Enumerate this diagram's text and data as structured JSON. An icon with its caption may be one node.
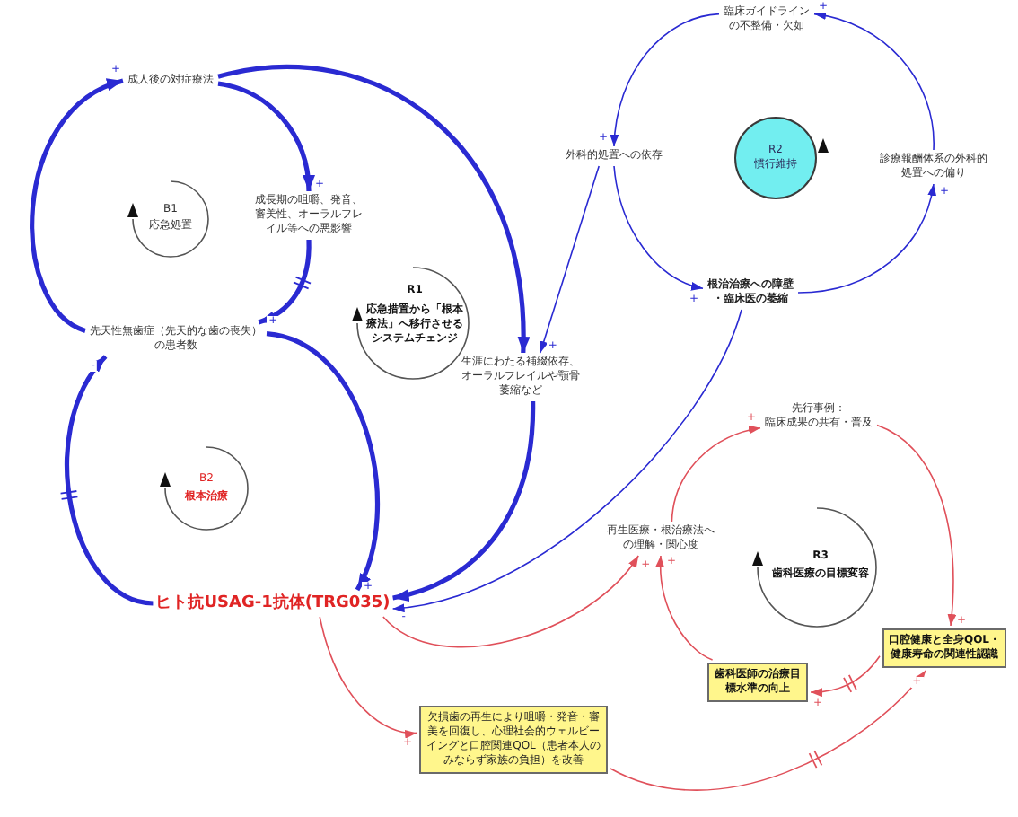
{
  "diagram": {
    "nodes": [
      {
        "text": [
          "臨床ガイドラインの不整備・欠如"
        ]
      },
      {
        "text": [
          "成人後の対症療法"
        ]
      },
      {
        "text": [
          "外科的処置への依存"
        ]
      },
      {
        "text": [
          "R2",
          "慣行維持"
        ]
      },
      {
        "text": [
          "診療報酬体系の外科的処置への偏り"
        ]
      },
      {
        "text": [
          "成長期の咀嚼、発音、審美性、オーラルフレイル等への悪影響"
        ]
      },
      {
        "text": [
          "根治治療への障壁・臨床医の萎縮"
        ]
      },
      {
        "text": [
          "先天性無歯症（先天的な歯の喪失）の患者数"
        ]
      },
      {
        "text": [
          "生涯にわたる補綴依存、オーラルフレイルや顎骨萎縮など"
        ]
      },
      {
        "text": [
          "先行事例：",
          "臨床成果の共有・普及"
        ]
      },
      {
        "text": [
          "再生医療・根治療法への理解・関心度"
        ]
      },
      {
        "text": [
          "ヒト抗USAG-1抗体(TRG035)"
        ]
      },
      {
        "text": [
          "口腔健康と全身QOL・健康寿命の関連性認識"
        ]
      },
      {
        "text": [
          "歯科医師の治療目標水準の向上"
        ]
      },
      {
        "text": [
          "欠損歯の再生により咀嚼・発音・審美を回復し、心理社会的ウェルビーイングと口腔関連QOL（患者本人のみならず家族の負担）を改善"
        ]
      }
    ],
    "edges": [
      {
        "from": 1,
        "to": 5,
        "arrow": "to",
        "label": "+",
        "style": "thick"
      },
      {
        "from": 5,
        "to": 7,
        "arrow": "to",
        "label": "+",
        "style": "thick"
      },
      {
        "from": 7,
        "to": 1,
        "arrow": "to",
        "label": "+",
        "style": "thick"
      },
      {
        "from": 1,
        "to": 8,
        "arrow": "to",
        "style": "thick"
      },
      {
        "from": 7,
        "to": 11,
        "arrow": "to",
        "label": "+",
        "style": "thick"
      },
      {
        "from": 11,
        "to": 7,
        "arrow": "to",
        "label": "-",
        "style": "thick"
      },
      {
        "from": 8,
        "to": 11,
        "arrow": "to",
        "style": "thick"
      },
      {
        "from": 0,
        "to": 2,
        "arrow": "to",
        "label": "+"
      },
      {
        "from": 2,
        "to": 6,
        "arrow": "to",
        "label": "+"
      },
      {
        "from": 6,
        "to": 4,
        "arrow": "to",
        "label": "+"
      },
      {
        "from": 4,
        "to": 0,
        "arrow": "to",
        "label": "+"
      },
      {
        "from": 2,
        "to": 8,
        "arrow": "to",
        "label": "+"
      },
      {
        "from": 6,
        "to": 11,
        "arrow": "to",
        "label": "-"
      },
      {
        "from": 11,
        "to": 10,
        "arrow": "to",
        "label": "+",
        "color": "#e0505a"
      },
      {
        "from": 10,
        "to": 9,
        "arrow": "to",
        "label": "+",
        "color": "#e0505a"
      },
      {
        "from": 9,
        "to": 12,
        "arrow": "to",
        "label": "+",
        "color": "#e0505a"
      },
      {
        "from": 12,
        "to": 13,
        "arrow": "to",
        "label": "+",
        "color": "#e0505a"
      },
      {
        "from": 13,
        "to": 10,
        "arrow": "to",
        "label": "+",
        "color": "#e0505a"
      },
      {
        "from": 11,
        "to": 14,
        "arrow": "to",
        "label": "+",
        "color": "#e0505a"
      },
      {
        "from": 14,
        "to": 12,
        "arrow": "to",
        "label": "+",
        "color": "#e0505a"
      }
    ],
    "labels": [
      "B1",
      "応急処置",
      "R1",
      "応急措置から「根本療法」へ移行させるシステムチェンジ",
      "B2",
      "根本治療",
      "R3",
      "歯科医療の目標変容"
    ]
  }
}
